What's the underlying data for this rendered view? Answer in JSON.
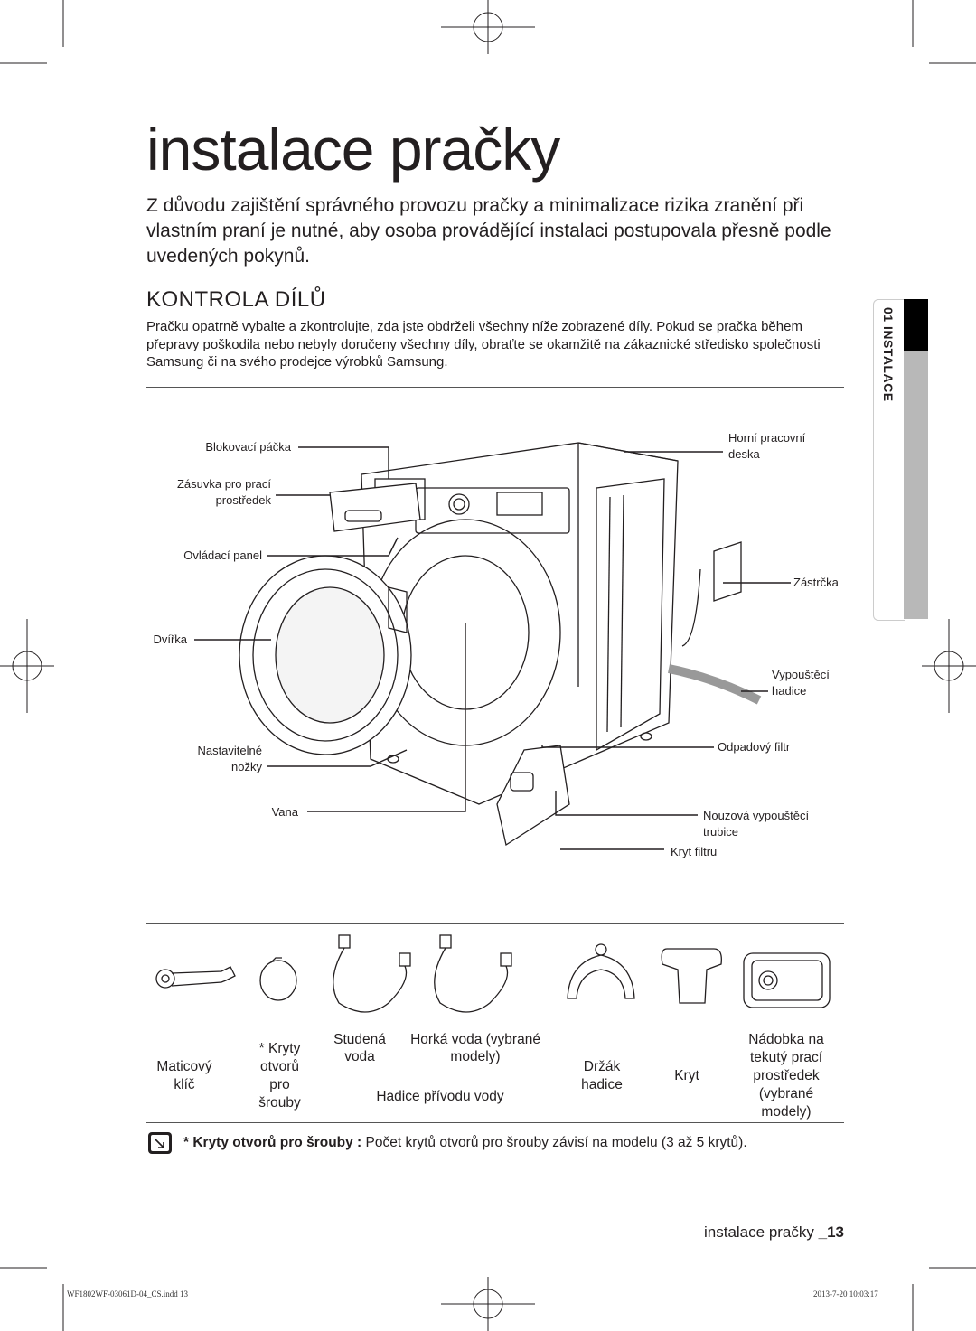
{
  "title": "instalace pračky",
  "intro": "Z důvodu zajištění správného provozu pračky a minimalizace rizika zranění při vlastním praní je nutné, aby osoba provádějící instalaci postupovala přesně podle uvedených pokynů.",
  "section_heading": "KONTROLA DÍLŮ",
  "section_text": "Pračku opatrně vybalte a zkontrolujte, zda jste obdrželi všechny níže zobrazené díly. Pokud se pračka během přepravy poškodila nebo nebyly doručeny všechny díly, obraťte se okamžitě na zákaznické středisko společnosti Samsung či na svého prodejce výrobků Samsung.",
  "side_tab": "01 INSTALACE",
  "diagram_labels": {
    "blokovaci": "Blokovací páčka",
    "zasuvka_1": "Zásuvka pro prací",
    "zasuvka_2": "prostředek",
    "ovladaci": "Ovládací panel",
    "dvirka": "Dvířka",
    "nastavitelne_1": "Nastavitelné",
    "nastavitelne_2": "nožky",
    "vana": "Vana",
    "horni_1": "Horní pracovní",
    "horni_2": "deska",
    "zastrcka": "Zástrčka",
    "vypousteci_1": "Vypouštěcí",
    "vypousteci_2": "hadice",
    "odpadovy": "Odpadový filtr",
    "nouzova_1": "Nouzová vypouštěcí",
    "nouzova_2": "trubice",
    "kryt_filtru": "Kryt filtru"
  },
  "parts": {
    "klic": [
      "Maticový",
      "klíč"
    ],
    "kryty": [
      "* Kryty",
      "otvorů",
      "pro",
      "šrouby"
    ],
    "studena": [
      "Studená",
      "voda"
    ],
    "horka": [
      "Horká voda (vybrané",
      "modely)"
    ],
    "hadice_privodu": "Hadice přívodu vody",
    "drzak": [
      "Držák",
      "hadice"
    ],
    "kryt": "Kryt",
    "nadobka": [
      "Nádobka na",
      "tekutý prací",
      "prostředek",
      "(vybrané",
      "modely)"
    ]
  },
  "note_bold": "* Kryty otvorů pro šrouby :",
  "note_text": " Počet krytů otvorů pro šrouby závisí na modelu (3 až 5 krytů).",
  "footer_text": "instalace pračky",
  "footer_page": "_13",
  "print_left": "WF1802WF-03061D-04_CS.indd   13",
  "print_right": "2013-7-20   10:03:17"
}
